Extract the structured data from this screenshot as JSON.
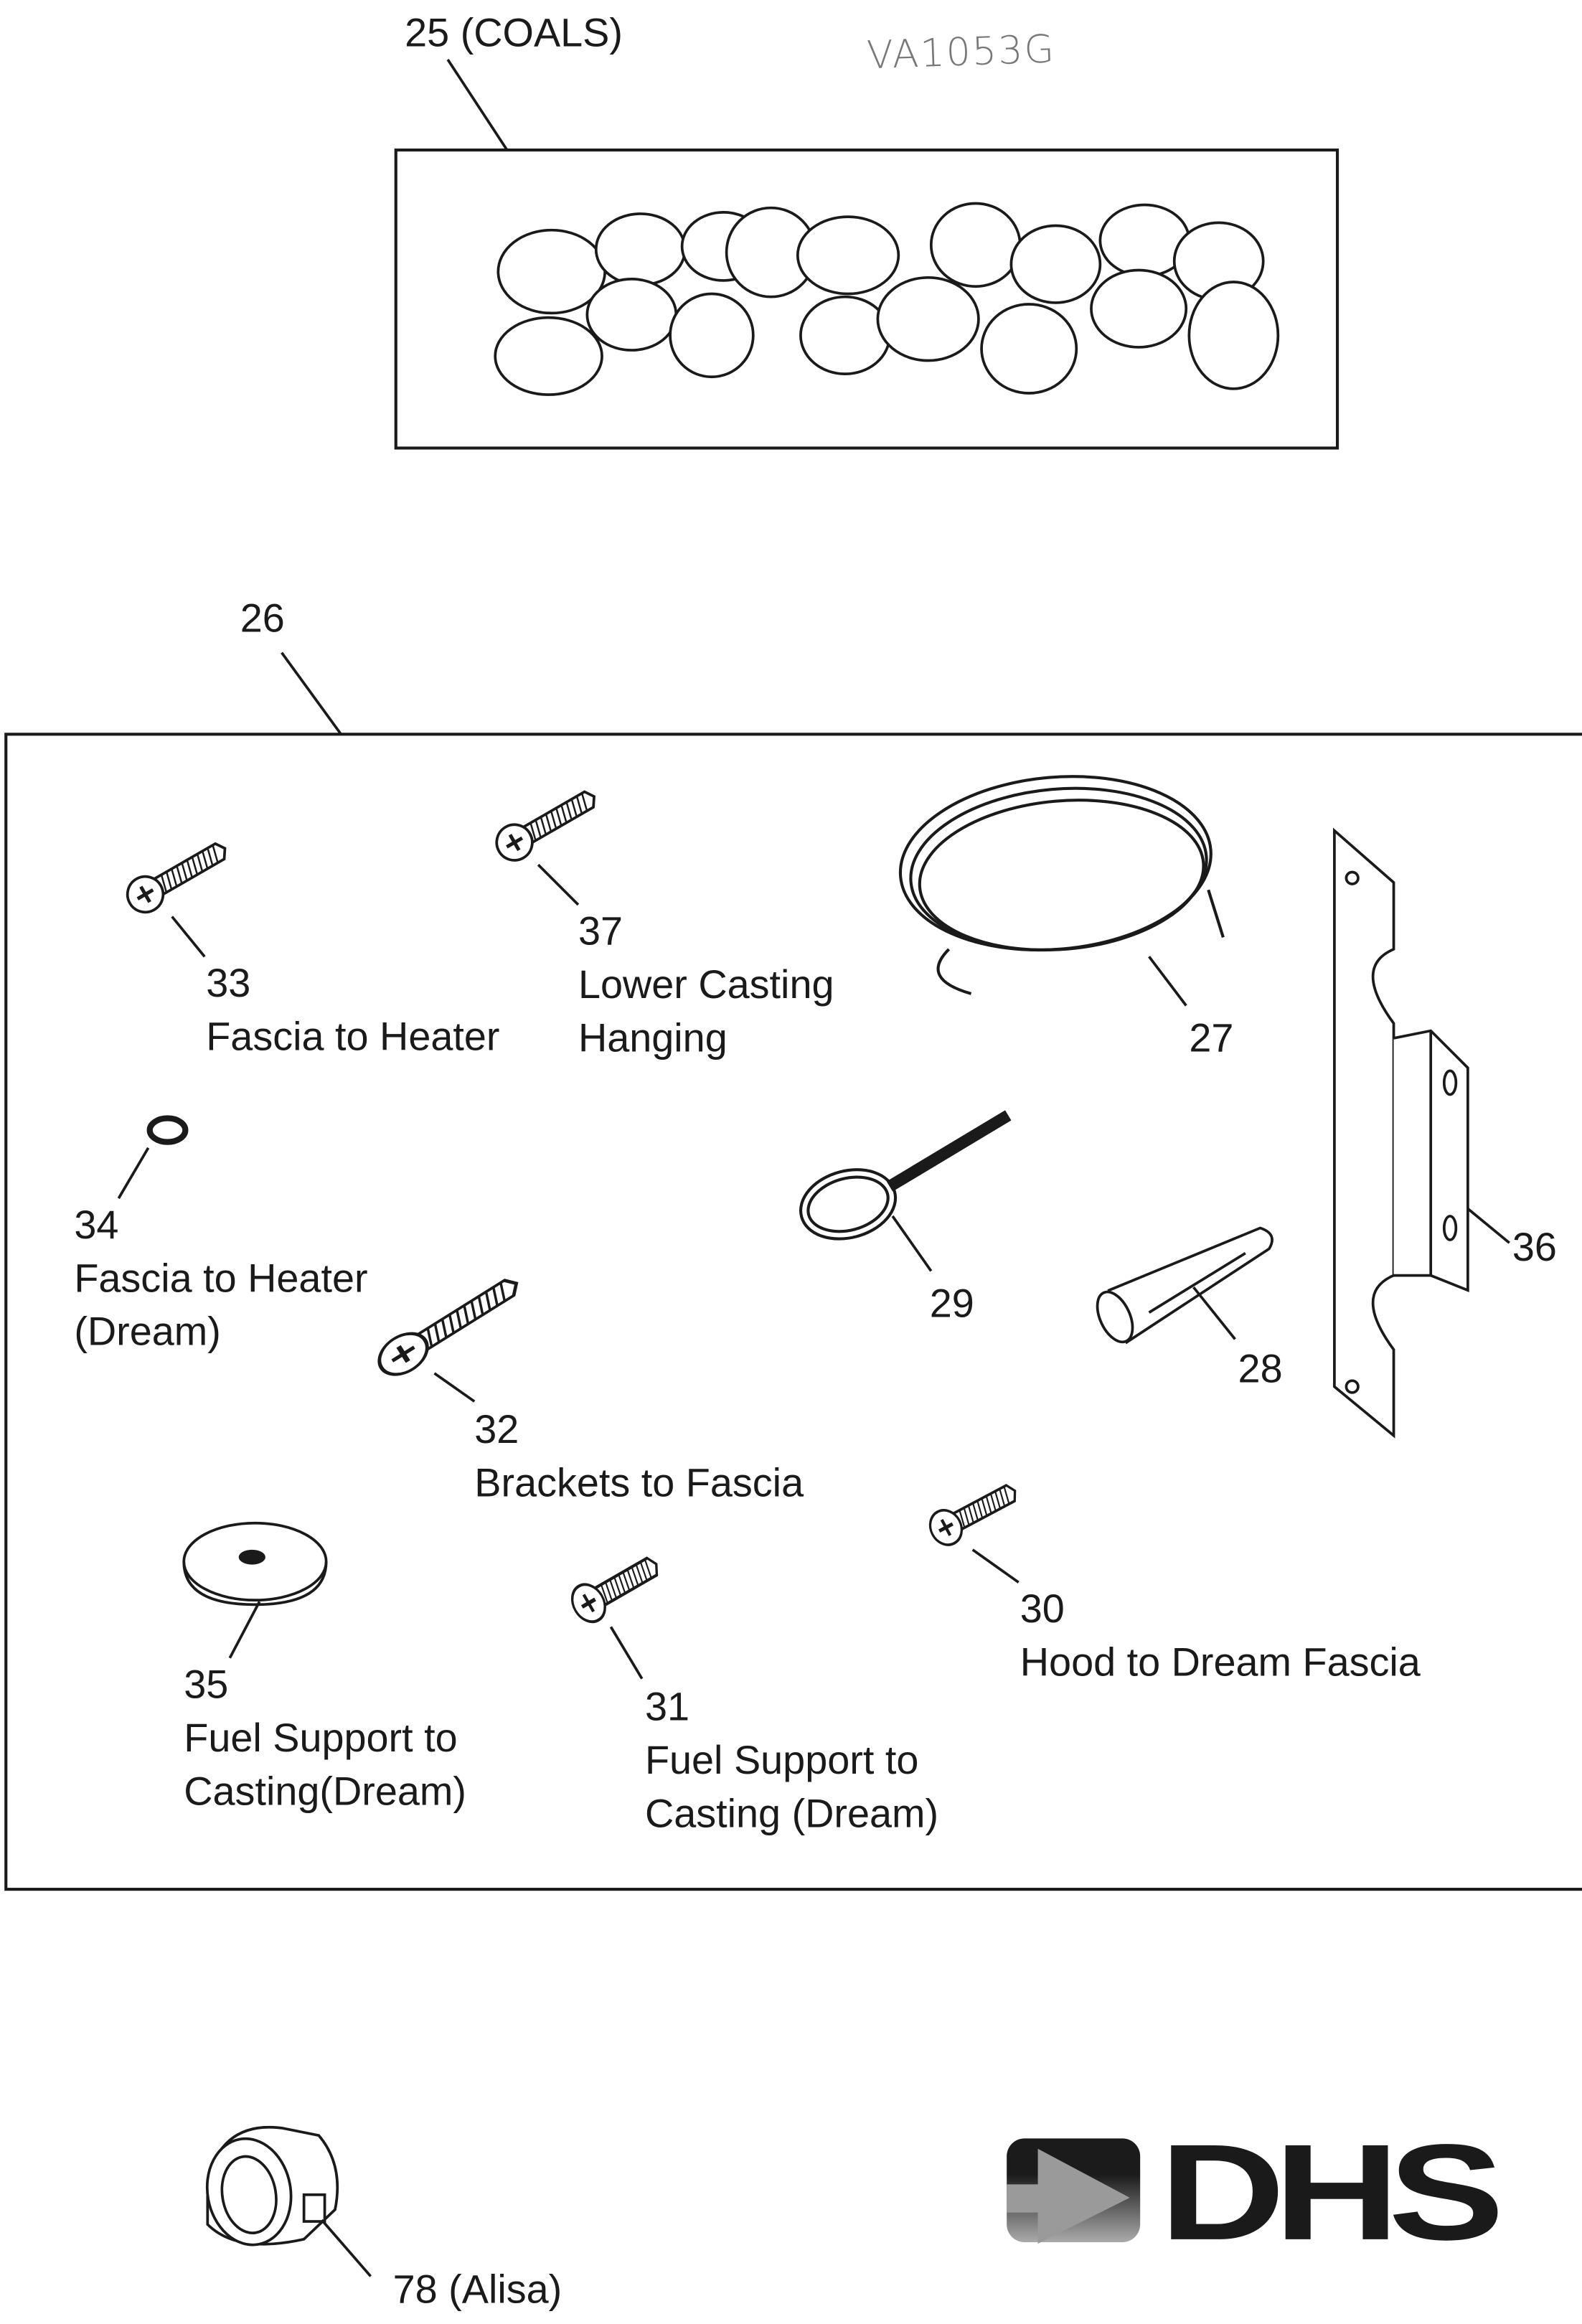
{
  "handwritten_note": "VA1053G",
  "coals": {
    "label": "25 (COALS)"
  },
  "kit": {
    "label": "26"
  },
  "parts": {
    "p33": {
      "num": "33",
      "desc": "Fascia to Heater"
    },
    "p37": {
      "num": "37",
      "desc1": "Lower Casting",
      "desc2": "Hanging"
    },
    "p27": {
      "num": "27"
    },
    "p34": {
      "num": "34",
      "desc1": "Fascia to Heater",
      "desc2": "(Dream)"
    },
    "p29": {
      "num": "29"
    },
    "p36": {
      "num": "36"
    },
    "p28": {
      "num": "28"
    },
    "p32": {
      "num": "32",
      "desc": "Brackets to Fascia"
    },
    "p30": {
      "num": "30",
      "desc": "Hood to Dream Fascia"
    },
    "p35": {
      "num": "35",
      "desc1": "Fuel Support to",
      "desc2": "Casting(Dream)"
    },
    "p31": {
      "num": "31",
      "desc1": "Fuel Support to",
      "desc2": "Casting (Dream)"
    },
    "p78": {
      "label": "78 (Alisa)"
    }
  },
  "logo": {
    "text": "DHS"
  }
}
